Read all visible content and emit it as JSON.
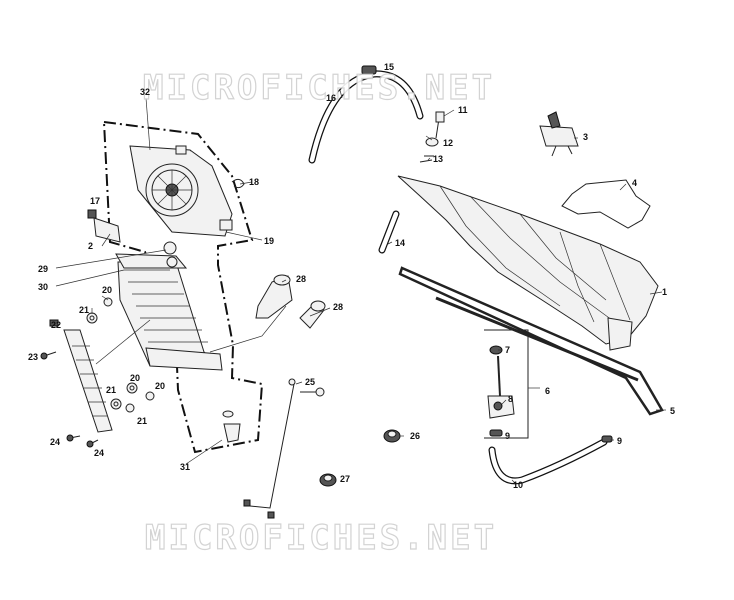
{
  "watermark": {
    "top": "MICROFICHES.NET",
    "bottom": "MICROFICHES.NET"
  },
  "callouts": [
    {
      "id": "c1",
      "label": "1"
    },
    {
      "id": "c2",
      "label": "2"
    },
    {
      "id": "c3",
      "label": "3"
    },
    {
      "id": "c4",
      "label": "4"
    },
    {
      "id": "c5",
      "label": "5"
    },
    {
      "id": "c6",
      "label": "6"
    },
    {
      "id": "c7",
      "label": "7"
    },
    {
      "id": "c8",
      "label": "8"
    },
    {
      "id": "c9a",
      "label": "9"
    },
    {
      "id": "c9b",
      "label": "9"
    },
    {
      "id": "c10",
      "label": "10"
    },
    {
      "id": "c11",
      "label": "11"
    },
    {
      "id": "c12",
      "label": "12"
    },
    {
      "id": "c13",
      "label": "13"
    },
    {
      "id": "c14",
      "label": "14"
    },
    {
      "id": "c15",
      "label": "15"
    },
    {
      "id": "c16",
      "label": "16"
    },
    {
      "id": "c17",
      "label": "17"
    },
    {
      "id": "c18",
      "label": "18"
    },
    {
      "id": "c19",
      "label": "19"
    },
    {
      "id": "c20a",
      "label": "20"
    },
    {
      "id": "c20b",
      "label": "20"
    },
    {
      "id": "c20c",
      "label": "20"
    },
    {
      "id": "c21a",
      "label": "21"
    },
    {
      "id": "c21b",
      "label": "21"
    },
    {
      "id": "c21c",
      "label": "21"
    },
    {
      "id": "c22",
      "label": "22"
    },
    {
      "id": "c23",
      "label": "23"
    },
    {
      "id": "c24a",
      "label": "24"
    },
    {
      "id": "c24b",
      "label": "24"
    },
    {
      "id": "c25",
      "label": "25"
    },
    {
      "id": "c26",
      "label": "26"
    },
    {
      "id": "c27",
      "label": "27"
    },
    {
      "id": "c28a",
      "label": "28"
    },
    {
      "id": "c28b",
      "label": "28"
    },
    {
      "id": "c29",
      "label": "29"
    },
    {
      "id": "c30",
      "label": "30"
    },
    {
      "id": "c31",
      "label": "31"
    },
    {
      "id": "c32",
      "label": "32"
    }
  ]
}
